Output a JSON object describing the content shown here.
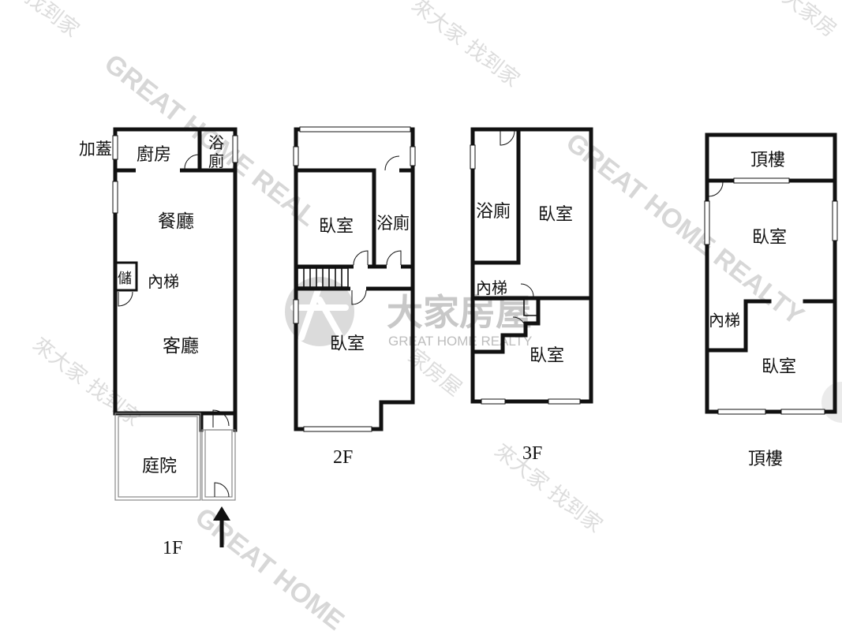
{
  "watermark": {
    "brand_en": "GREAT HOME REALTY",
    "brand_en_short": "GREAT HOME",
    "brand_en_fragment": "GREAT HOME REAL",
    "brand_cn": "大家房屋",
    "slogan_1": "來大家",
    "slogan_2": "找到家",
    "slogan_full": "來大家 找到家",
    "fragment_1": "家房屋",
    "fragment_2": "大家房"
  },
  "floor_1": {
    "label": "1F",
    "rooms": {
      "addon": "加蓋",
      "kitchen": "廚房",
      "bath_top": "浴",
      "bath_bottom": "廁",
      "dining": "餐廳",
      "storage": "儲",
      "stairs": "內梯",
      "living": "客廳",
      "yard": "庭院"
    }
  },
  "floor_2": {
    "label": "2F",
    "rooms": {
      "bedroom_1": "臥室",
      "bath": "浴廁",
      "bedroom_2": "臥室"
    }
  },
  "floor_3": {
    "label": "3F",
    "rooms": {
      "bath": "浴廁",
      "bedroom_1": "臥室",
      "stairs": "內梯",
      "bedroom_2": "臥室"
    }
  },
  "floor_roof": {
    "label": "頂樓",
    "rooms": {
      "roof_room": "頂樓",
      "bedroom_1": "臥室",
      "stairs": "內梯",
      "bedroom_2": "臥室"
    }
  },
  "colors": {
    "wall": "#111111",
    "watermark": "#d7d7d7",
    "logo": "#bdbdbd"
  }
}
